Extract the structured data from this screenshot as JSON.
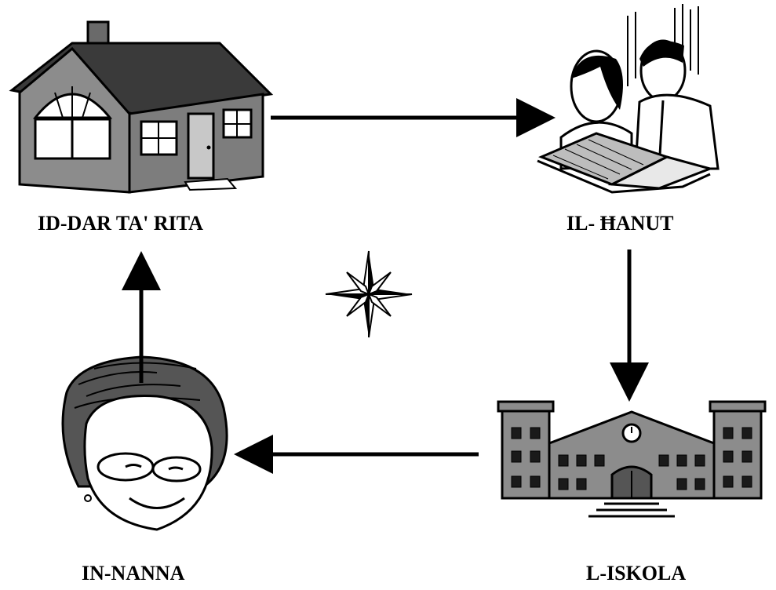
{
  "places": {
    "house": {
      "label": "ID-DAR TA' RITA",
      "icon": "house-icon"
    },
    "shop": {
      "label": "IL- ĦANUT",
      "icon": "shop-icon"
    },
    "school": {
      "label": "L-ISKOLA",
      "icon": "school-icon"
    },
    "nanna": {
      "label": "IN-NANNA",
      "icon": "grandmother-icon"
    }
  },
  "compass": {
    "icon": "compass-rose-icon"
  },
  "colors": {
    "ink": "#000000",
    "wall": "#8c8c8c",
    "roof": "#3a3a3a",
    "paper": "#ffffff"
  }
}
